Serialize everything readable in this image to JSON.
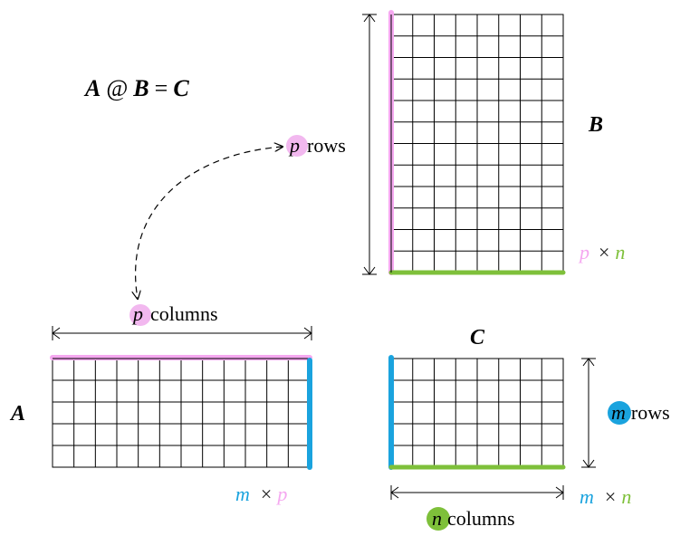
{
  "equation": {
    "a": "A",
    "op": "@",
    "b": "B",
    "eq": "=",
    "c": "C"
  },
  "matrix_b": {
    "label": "B",
    "dim_rows": "p",
    "times": "×",
    "dim_cols": "n"
  },
  "matrix_a": {
    "label": "A",
    "dim_rows": "m",
    "times": "×",
    "dim_cols": "p"
  },
  "matrix_c": {
    "label": "C",
    "dim_rows": "m",
    "times": "×",
    "dim_cols": "n"
  },
  "annotations": {
    "p_rows": {
      "var": "p",
      "text": "rows"
    },
    "p_columns": {
      "var": "p",
      "text": "columns"
    },
    "m_rows": {
      "var": "m",
      "text": "rows"
    },
    "n_columns": {
      "var": "n",
      "text": "columns"
    }
  },
  "colors": {
    "pink": "#f5a8f0",
    "pink_bubble": "#f2b8ef",
    "blue": "#1aa3de",
    "green": "#7ec03a",
    "grid": "#000000"
  }
}
